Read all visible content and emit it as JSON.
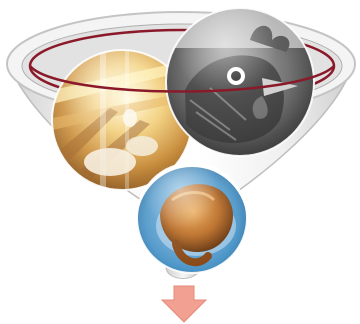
{
  "diagram": {
    "type": "funnel",
    "stages": [
      {
        "id": "poultry-farm",
        "icon": "poultry-barn-photo"
      },
      {
        "id": "live-chicken",
        "icon": "chicken-head-photo"
      },
      {
        "id": "roast-chicken",
        "icon": "roast-chicken-photo"
      }
    ],
    "output": {
      "icon": "down-arrow-icon"
    }
  },
  "colors": {
    "funnel_fill": "#efefef",
    "funnel_rim_outline": "#8a1a2a",
    "funnel_shadow": "#b7b7b7",
    "arrow": "#f1a091",
    "plate_blue": "#4f97c9"
  }
}
